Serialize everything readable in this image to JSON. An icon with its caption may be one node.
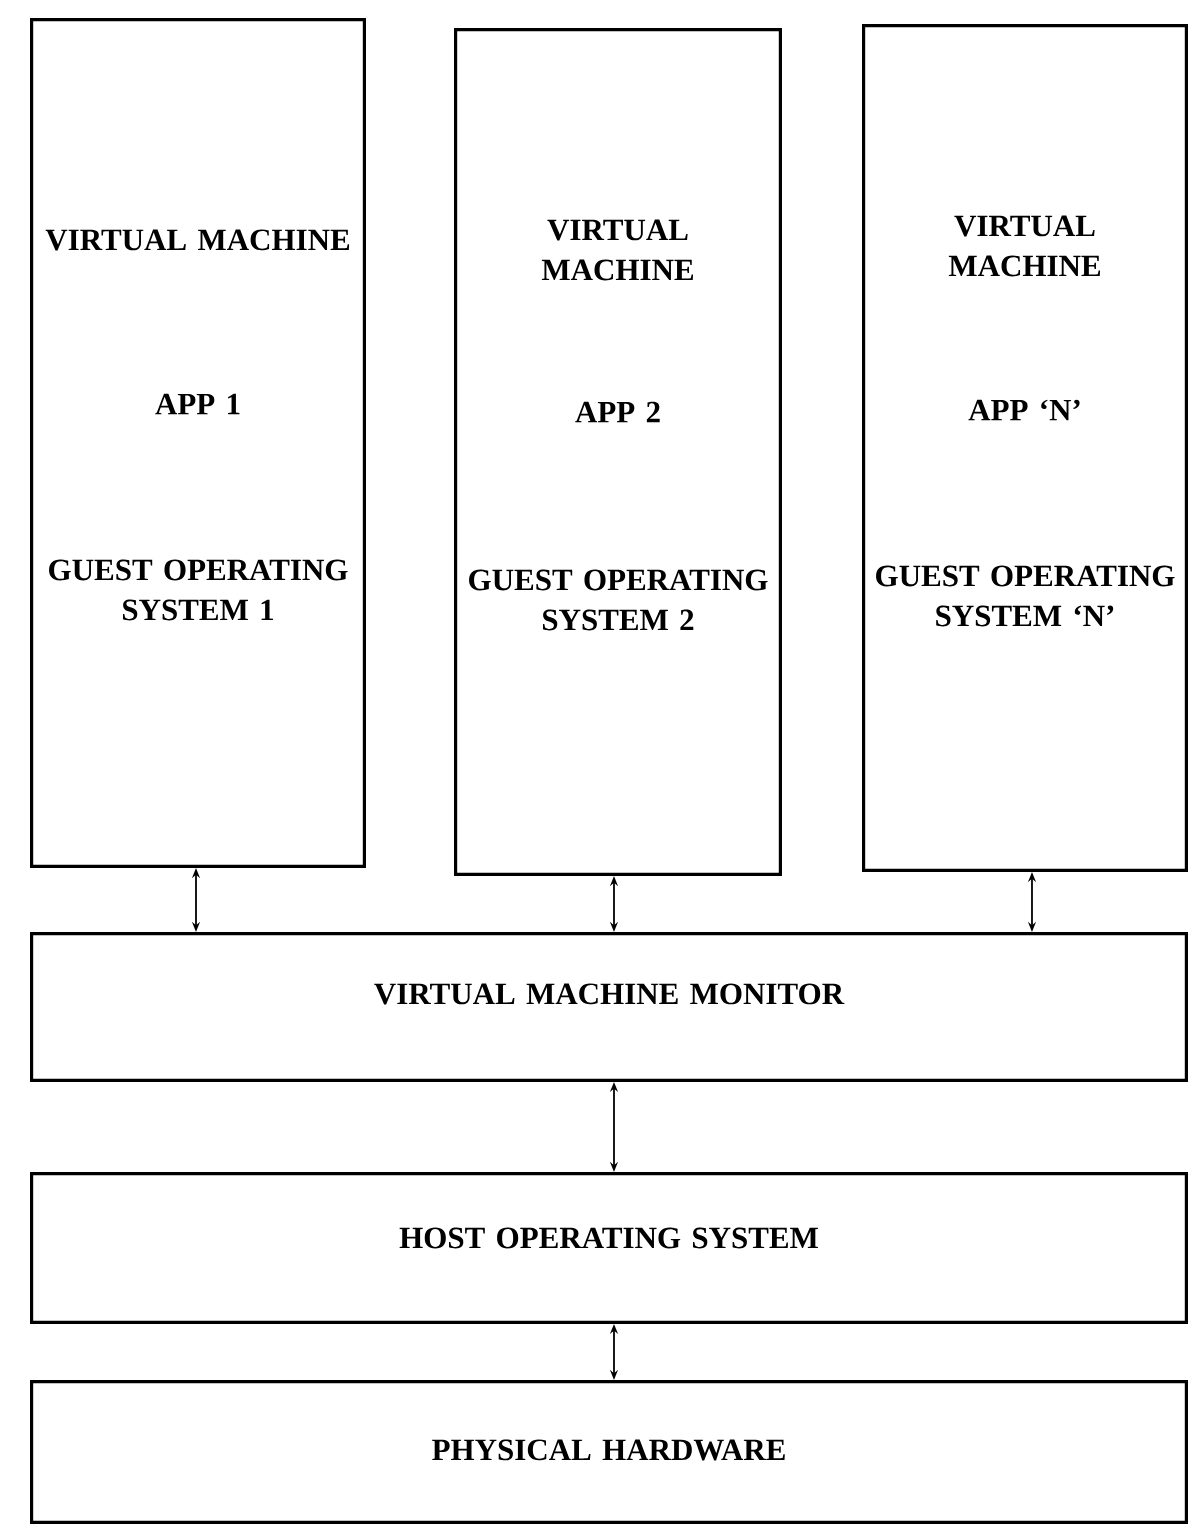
{
  "diagram": {
    "nodes": [
      {
        "text": [
          "VIRTUAL MACHINE",
          "APP 1",
          "GUEST OPERATING SYSTEM 1"
        ]
      },
      {
        "text": [
          "VIRTUAL MACHINE",
          "APP 2",
          "GUEST OPERATING SYSTEM 2"
        ]
      },
      {
        "text": [
          "VIRTUAL MACHINE",
          "APP ‘N’",
          "GUEST OPERATING SYSTEM ‘N’"
        ]
      },
      {
        "text": [
          "VIRTUAL MACHINE MONITOR"
        ]
      },
      {
        "text": [
          "HOST OPERATING SYSTEM"
        ]
      },
      {
        "text": [
          "PHYSICAL HARDWARE"
        ]
      }
    ],
    "edges": [
      {
        "from": 0,
        "to": 3,
        "arrow": "both"
      },
      {
        "from": 1,
        "to": 3,
        "arrow": "both"
      },
      {
        "from": 2,
        "to": 3,
        "arrow": "both"
      },
      {
        "from": 3,
        "to": 4,
        "arrow": "both"
      },
      {
        "from": 4,
        "to": 5,
        "arrow": "both"
      }
    ]
  }
}
